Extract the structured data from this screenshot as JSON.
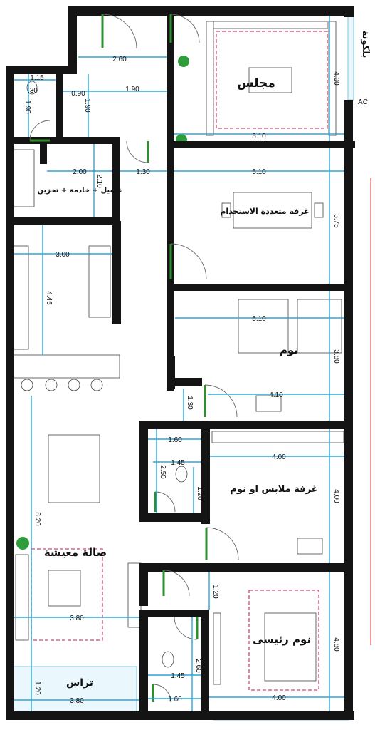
{
  "rooms": {
    "majlis": "مجلس",
    "balcony": "بلكونة",
    "multipurpose": "غرفة متعددة الاستخدام",
    "laundry": "غسيل + خادمة + تخزين",
    "bedroom": "نوم",
    "dressing": "غرفة ملابس او نوم",
    "living": "صالة معيشة",
    "master_bedroom": "نوم رئيسى",
    "terrace": "تراس"
  },
  "labels": {
    "ac": "AC"
  },
  "dimensions": {
    "majlis_top_width": "2.60",
    "majlis_height": "4.00",
    "majlis_width": "5.10",
    "wc_top_width": "1.15",
    "wc_top_depth": "1.90",
    "wc_a": ".30",
    "wc_b": "0.90",
    "wc_c": "1.90",
    "wc_d": "1.90",
    "laundry_width": "2.00",
    "laundry_height": "2.10",
    "door_gap": "1.30",
    "multi_width": "5.10",
    "multi_height": "3.75",
    "kitchen_width": "3.00",
    "kitchen_height": "4.45",
    "bedroom_width": "5.10",
    "bedroom_height": "3.80",
    "bedroom_lower_width": "4.10",
    "corridor_width": "1.30",
    "bath_mid_width": "1.60",
    "bath_mid_inner": "1.45",
    "bath_mid_height": "2.50",
    "bath_mid_small": "1.20",
    "dressing_width": "4.00",
    "dressing_height": "4.00",
    "living_height": "8.20",
    "living_width": "3.80",
    "master_top": "1.20",
    "master_height": "4.80",
    "bath_low_width": "1.45",
    "bath_low_height": "2.60",
    "bath_low_bottom": "1.60",
    "terrace_width": "3.80",
    "terrace_height": "1.20",
    "master_width": "4.00"
  }
}
